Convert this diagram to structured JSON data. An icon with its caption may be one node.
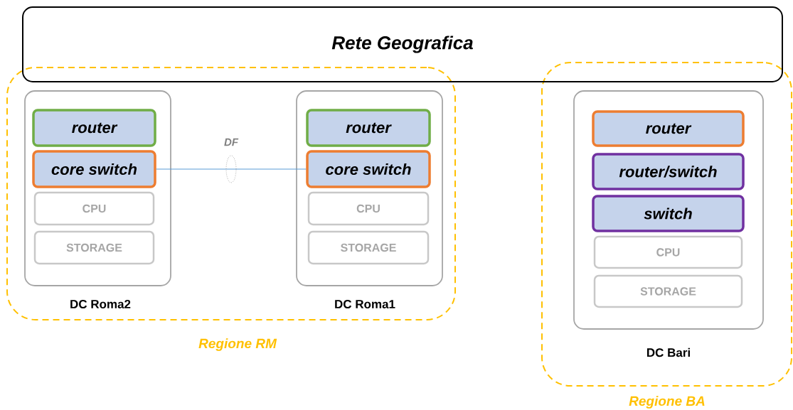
{
  "diagram": {
    "nodes": [
      {
        "text": [
          "Rete Geografica"
        ]
      },
      {
        "text": [
          "Regione RM"
        ]
      },
      {
        "text": [
          "DC Roma2"
        ],
        "in": 1
      },
      {
        "text": [
          "router"
        ],
        "in": 2
      },
      {
        "text": [
          "core switch"
        ],
        "in": 2
      },
      {
        "text": [
          "CPU"
        ],
        "in": 2
      },
      {
        "text": [
          "STORAGE"
        ],
        "in": 2
      },
      {
        "text": [
          "DC Roma1"
        ],
        "in": 1
      },
      {
        "text": [
          "router"
        ],
        "in": 7
      },
      {
        "text": [
          "core switch"
        ],
        "in": 7
      },
      {
        "text": [
          "CPU"
        ],
        "in": 7
      },
      {
        "text": [
          "STORAGE"
        ],
        "in": 7
      },
      {
        "text": [
          "Regione BA"
        ]
      },
      {
        "text": [
          "DC Bari"
        ],
        "in": 12
      },
      {
        "text": [
          "router"
        ],
        "in": 13
      },
      {
        "text": [
          "router/switch"
        ],
        "in": 13
      },
      {
        "text": [
          "switch"
        ],
        "in": 13
      },
      {
        "text": [
          "CPU"
        ],
        "in": 13
      },
      {
        "text": [
          "STORAGE"
        ],
        "in": 13
      }
    ],
    "edges": [
      {
        "from": 4,
        "to": 9,
        "arrow": "none",
        "label": "DF"
      }
    ]
  }
}
